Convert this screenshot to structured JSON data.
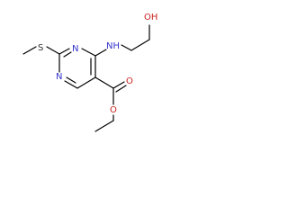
{
  "colors": {
    "bond": "#000000",
    "N": "#3333cc",
    "O": "#cc2222",
    "S": "#333333"
  },
  "atoms": [
    {
      "id": "n_ring_top",
      "text": "N",
      "element": "N"
    },
    {
      "id": "n_ring_left",
      "text": "N",
      "element": "N"
    },
    {
      "id": "nh",
      "text": "NH",
      "element": "N"
    },
    {
      "id": "oh",
      "text": "OH",
      "element": "O"
    },
    {
      "id": "s",
      "text": "S",
      "element": "S"
    },
    {
      "id": "o_carbonyl",
      "text": "O",
      "element": "O"
    },
    {
      "id": "o_ester",
      "text": "O",
      "element": "O"
    }
  ]
}
